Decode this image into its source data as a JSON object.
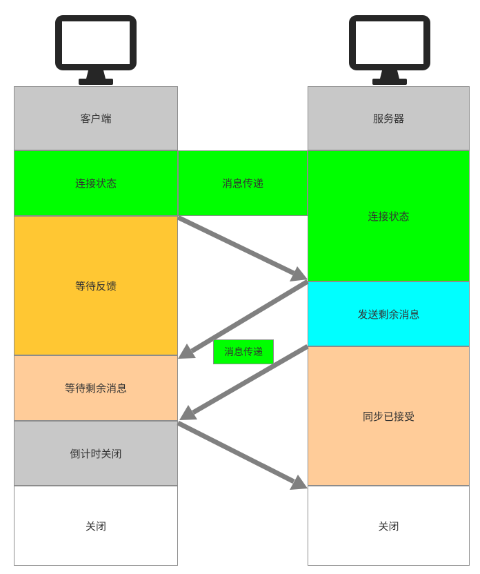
{
  "client": {
    "header": "客户端",
    "states": [
      {
        "label": "连接状态",
        "color": "#00ff00"
      },
      {
        "label": "等待反馈",
        "color": "#ffc733"
      },
      {
        "label": "等待剩余消息",
        "color": "#ffcc99"
      },
      {
        "label": "倒计时关闭",
        "color": "#c8c8c8"
      },
      {
        "label": "关闭",
        "color": "#ffffff"
      }
    ]
  },
  "server": {
    "header": "服务器",
    "states": [
      {
        "label": "连接状态",
        "color": "#00ff00"
      },
      {
        "label": "发送剩余消息",
        "color": "#00ffff"
      },
      {
        "label": "同步已接受",
        "color": "#ffcc99"
      },
      {
        "label": "关闭",
        "color": "#ffffff"
      }
    ]
  },
  "middle_label_top": "消息传递",
  "middle_label_mid": "消息传递",
  "colors": {
    "header_bg": "#c8c8c8",
    "arrow": "#808080",
    "border": "#8c8c8c",
    "monitor": "#262626"
  },
  "icons": [
    "monitor-icon",
    "monitor-icon"
  ]
}
